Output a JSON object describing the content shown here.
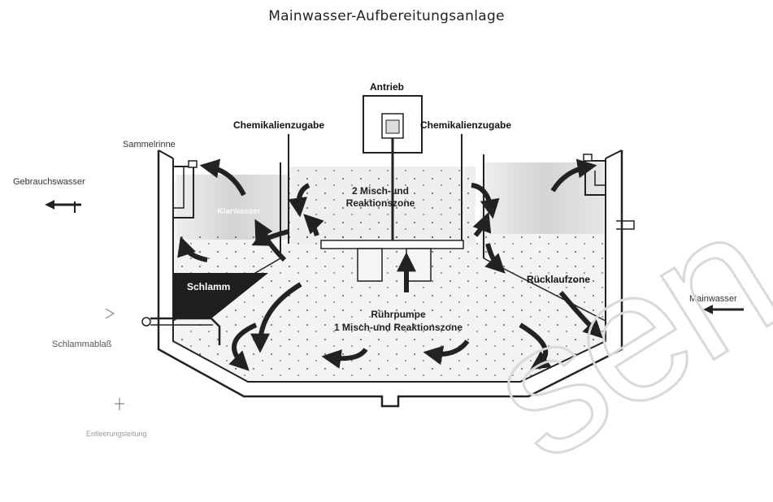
{
  "title": "Mainwasser-Aufbereitungsanlage",
  "labels": {
    "antrieb": "Antrieb",
    "chem_left": "Chemikalienzugabe",
    "chem_right": "Chemikalienzugabe",
    "sammelrinne": "Sammelrinne",
    "gebrauchswasser": "Gebrauchswasser",
    "mainwasser": "Mainwasser",
    "zone2_line1": "2 Misch-und",
    "zone2_line2": "Reaktionszone",
    "schlamm": "Schlamm",
    "ruecklaufzone": "Rücklaufzone",
    "ruehrpumpe": "Rührpumpe",
    "zone1": "1 Misch-und Reaktionszone",
    "schlammablass": "Schlammablaß",
    "entleerung": "Entleerungsleitung",
    "klarwasser": "Klarwasser"
  },
  "watermark": "sen",
  "colors": {
    "stroke": "#222222",
    "water": "#dcdcdc",
    "sludge": "#1e1e1e"
  }
}
